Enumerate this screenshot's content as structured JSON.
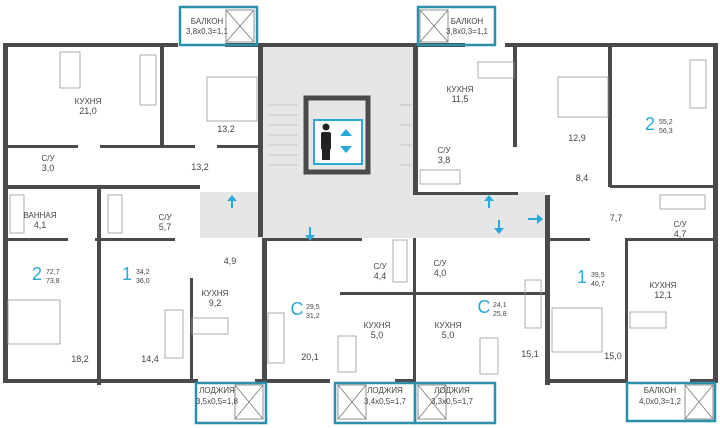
{
  "colors": {
    "wall": "#4a4a4a",
    "accent": "#29a9d8",
    "balcony_frame": "#2b8fae",
    "common_area": "#e6e6e6"
  },
  "elevator": {
    "icon": "elevator-person-updown-icon"
  },
  "arrows": {
    "icon": "entrance-arrow-icon"
  },
  "outdoor": [
    {
      "name": "БАЛКОН",
      "dims": "3,8x0,3=1,1"
    },
    {
      "name": "БАЛКОН",
      "dims": "3,8x0,3=1,1"
    },
    {
      "name": "ЛОДЖИЯ",
      "dims": "3,5x0,5=1,8"
    },
    {
      "name": "ЛОДЖИЯ",
      "dims": "3,4x0,5=1,7"
    },
    {
      "name": "ЛОДЖИЯ",
      "dims": "3,3x0,5=1,7"
    },
    {
      "name": "БАЛКОН",
      "dims": "4,0x0,3=1,2"
    }
  ],
  "rooms": [
    {
      "name": "КУХНЯ",
      "area": "21,0"
    },
    {
      "name": "",
      "area": "13,2"
    },
    {
      "name": "",
      "area": "13,2"
    },
    {
      "name": "С/У",
      "area": "3,0"
    },
    {
      "name": "ВАННАЯ",
      "area": "4,1"
    },
    {
      "name": "С/У",
      "area": "5,7"
    },
    {
      "name": "КУХНЯ",
      "area": "11,5"
    },
    {
      "name": "",
      "area": "12,9"
    },
    {
      "name": "С/У",
      "area": "3,8"
    },
    {
      "name": "",
      "area": "8,4"
    },
    {
      "name": "",
      "area": "7,7"
    },
    {
      "name": "С/У",
      "area": "4,7"
    },
    {
      "name": "",
      "area": "4,9"
    },
    {
      "name": "КУХНЯ",
      "area": "9,2"
    },
    {
      "name": "",
      "area": "20,1"
    },
    {
      "name": "",
      "area": "18,2"
    },
    {
      "name": "",
      "area": "14,4"
    },
    {
      "name": "С/У",
      "area": "4,4"
    },
    {
      "name": "С/У",
      "area": "4,0"
    },
    {
      "name": "КУХНЯ",
      "area": "5,0"
    },
    {
      "name": "КУХНЯ",
      "area": "5,0"
    },
    {
      "name": "",
      "area": "15,1"
    },
    {
      "name": "",
      "area": "15,0"
    },
    {
      "name": "КУХНЯ",
      "area": "12,1"
    }
  ],
  "apartments": [
    {
      "rooms": "2",
      "living": "55,2",
      "total": "56,3"
    },
    {
      "rooms": "2",
      "living": "72,7",
      "total": "73,8"
    },
    {
      "rooms": "1",
      "living": "34,2",
      "total": "36,0"
    },
    {
      "rooms": "С",
      "living": "29,5",
      "total": "31,2"
    },
    {
      "rooms": "С",
      "living": "24,1",
      "total": "25,8"
    },
    {
      "rooms": "1",
      "living": "39,5",
      "total": "40,7"
    }
  ]
}
